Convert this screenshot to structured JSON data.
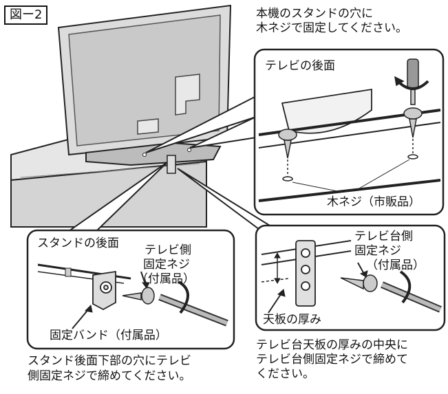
{
  "figure_label": "図ー2",
  "top_instruction": [
    "本機のスタンドの穴に",
    "木ネジで固定してください。"
  ],
  "tv_rear_title": "テレビの後面",
  "wood_screw_label": "木ネジ（市販品）",
  "stand_rear_title": "スタンドの後面",
  "tv_side_screw_label": [
    "テレビ側",
    "固定ネジ",
    "（付属品）"
  ],
  "fixing_band_label": "固定バンド（付属品）",
  "bottom_left_instruction": [
    "スタンド後面下部の穴にテレビ",
    "側固定ネジで締めてください。"
  ],
  "stand_side_screw_label": [
    "テレビ台側",
    "固定ネジ",
    "（付属品）"
  ],
  "board_thickness_label": "天板の厚み",
  "bottom_right_instruction": [
    "テレビ台天板の厚みの中央に",
    "テレビ台側固定ネジで締めて",
    "ください。"
  ]
}
